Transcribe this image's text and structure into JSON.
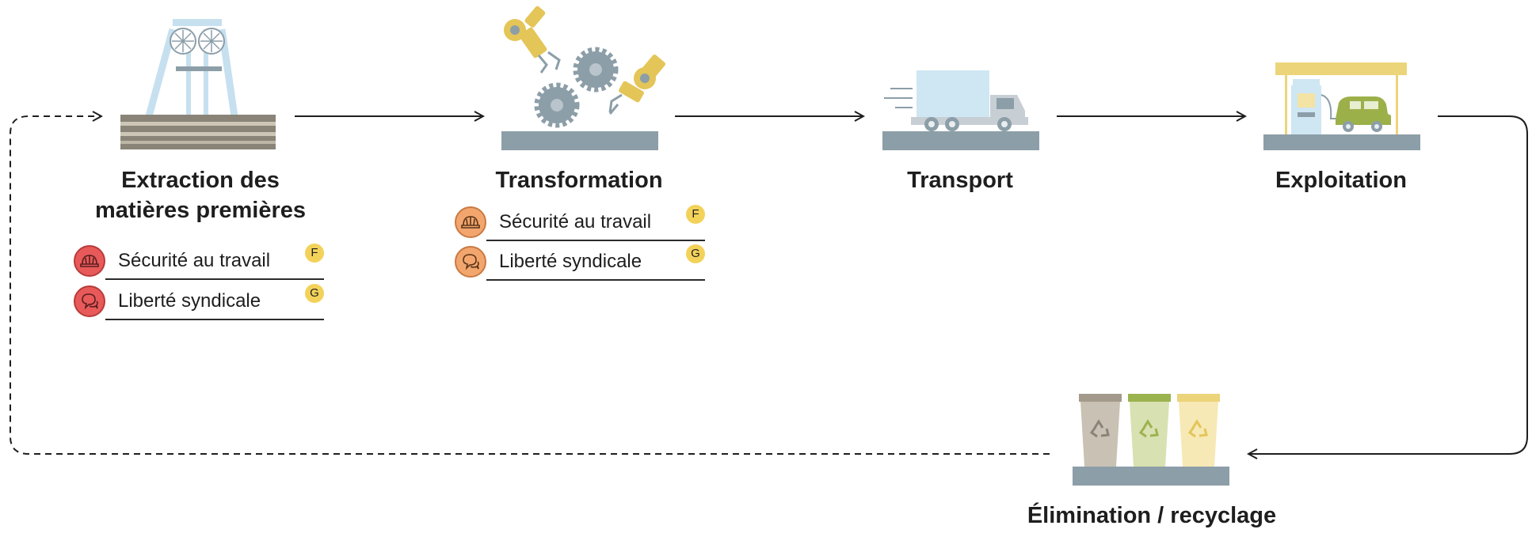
{
  "stages": [
    {
      "title_lines": [
        "Extraction des",
        "matières premières"
      ],
      "risks": [
        {
          "label": "Sécurité au travail",
          "badge": "F",
          "level": "high",
          "icon": "helmet-icon"
        },
        {
          "label": "Liberté syndicale",
          "badge": "G",
          "level": "high",
          "icon": "speech-bubbles-icon"
        }
      ]
    },
    {
      "title_lines": [
        "Transformation"
      ],
      "risks": [
        {
          "label": "Sécurité au travail",
          "badge": "F",
          "level": "medium",
          "icon": "helmet-icon"
        },
        {
          "label": "Liberté syndicale",
          "badge": "G",
          "level": "medium",
          "icon": "speech-bubbles-icon"
        }
      ]
    },
    {
      "title_lines": [
        "Transport"
      ],
      "risks": []
    },
    {
      "title_lines": [
        "Exploitation"
      ],
      "risks": []
    },
    {
      "title_lines": [
        "Élimination / recyclage"
      ],
      "risks": []
    }
  ],
  "colors": {
    "risk_high": "#e85a5a",
    "risk_medium": "#f2a66e",
    "badge": "#f3d25a",
    "ground": "#8c9ea8",
    "arrow": "#1e1e1e"
  },
  "icons": [
    "mine-headframe-icon",
    "factory-robot-icon",
    "truck-icon",
    "gas-station-icon",
    "recycling-bins-icon"
  ]
}
